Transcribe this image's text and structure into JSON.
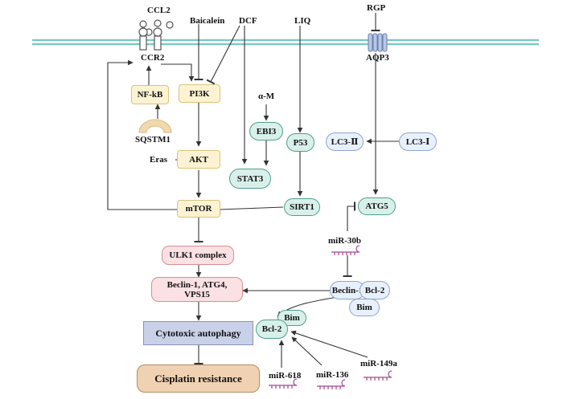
{
  "membrane": {
    "color": "#7fc8c4"
  },
  "colors": {
    "yellow_fill": "#fdf3d2",
    "teal_fill": "#d9f0ea",
    "blue_fill": "#e8f0fb",
    "pink_fill": "#fbe1e3",
    "steel_fill": "#c9d1e8",
    "tan_fill": "#f0d2b2",
    "sqstm1_fill": "#f2d9ad",
    "mirna_color": "#a3478f"
  },
  "labels": {
    "ccl2": "CCL2",
    "baicalein": "Baicalein",
    "dcf": "DCF",
    "liq": "LIQ",
    "rgp": "RGP",
    "ccr2": "CCR2",
    "aqp3": "AQP3",
    "alpha_m": "α-M",
    "sqstm1": "SQSTM1",
    "eras": "Eras",
    "mir30b": "miR-30b",
    "mir618": "miR-618",
    "mir136": "miR-136",
    "mir149a": "miR-149a"
  },
  "nodes": {
    "nfkb": "NF-kB",
    "pi3k": "PI3K",
    "akt": "AKT",
    "mtor": "mTOR",
    "ebi3": "EBI3",
    "stat3": "STAT3",
    "p53": "P53",
    "sirt1": "SIRT1",
    "lc3_ii": "LC3-Ⅱ",
    "lc3_i": "LC3-Ⅰ",
    "atg5": "ATG5",
    "ulk1": "ULK1 complex",
    "beclin_complex_line1": "Beclin-1, ATG4,",
    "beclin_complex_line2": "VPS15",
    "beclin1": "Beclin-1",
    "bcl2_right": "Bcl-2",
    "bim_right": "Bim",
    "bim_left": "Bim",
    "bcl2_left": "Bcl-2",
    "cytotoxic": "Cytotoxic autophagy",
    "cisplatin": "Cisplatin resistance"
  }
}
